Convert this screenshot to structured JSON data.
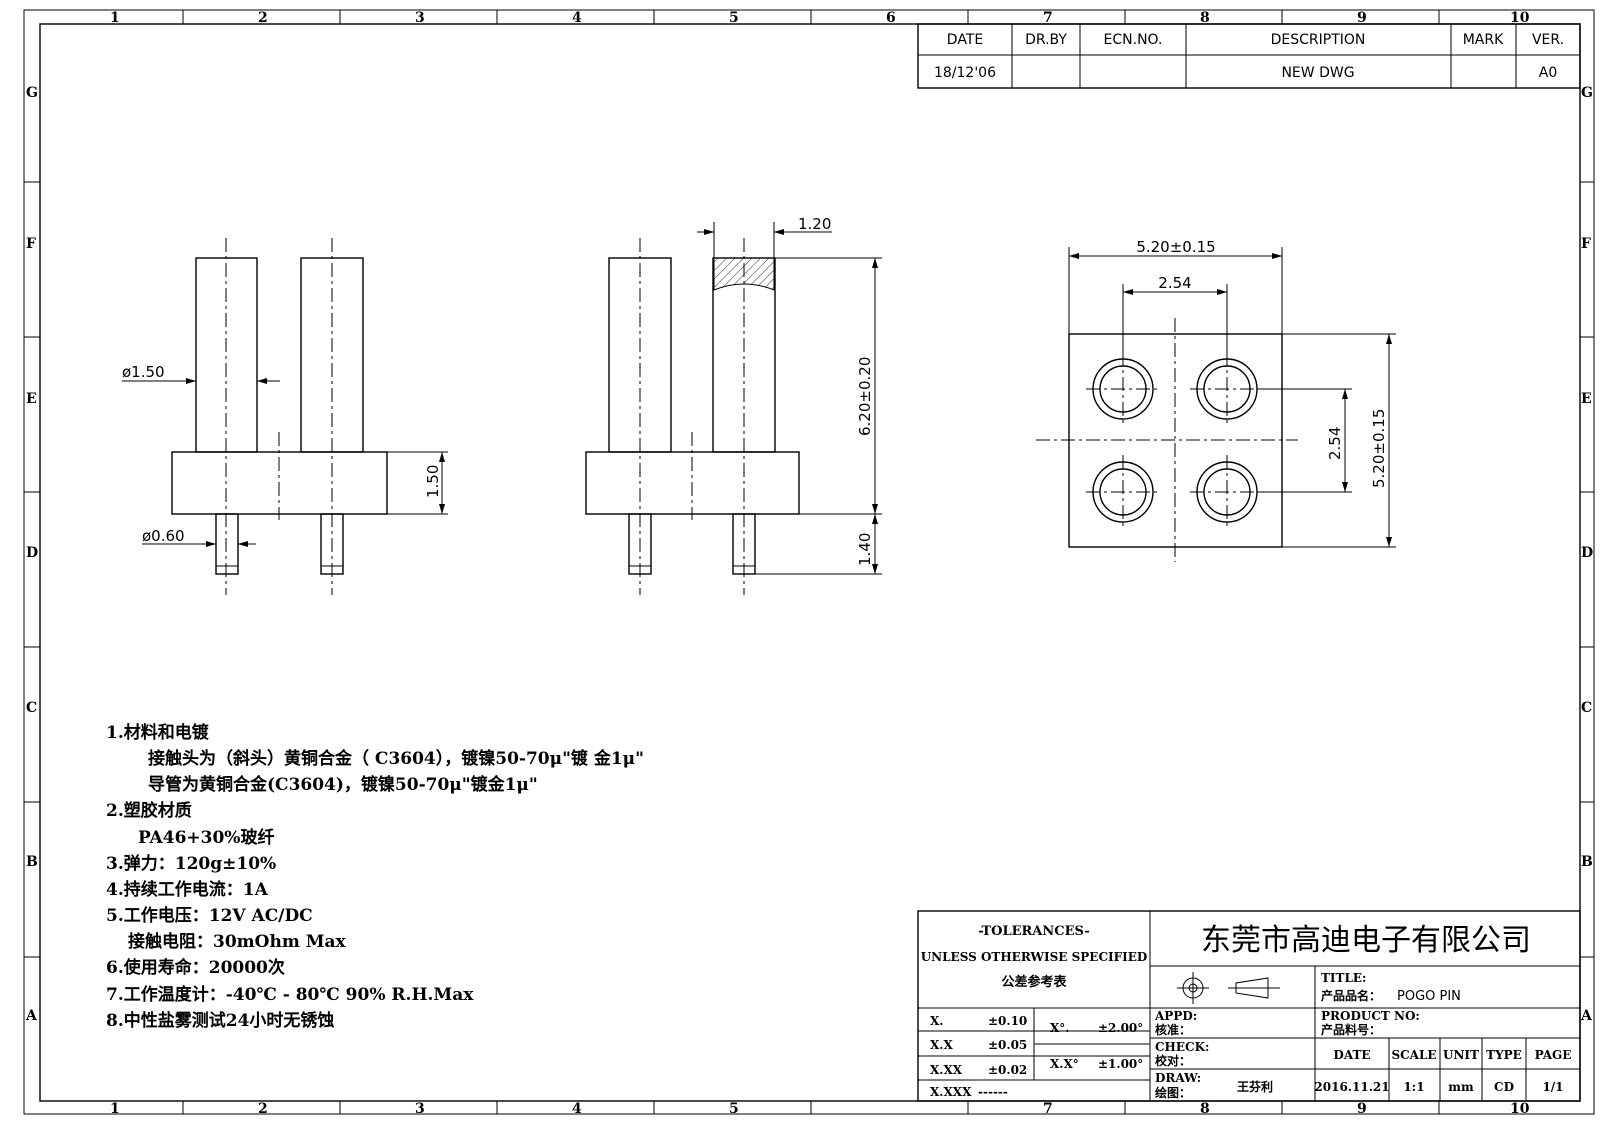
{
  "zones": {
    "columns": [
      "1",
      "2",
      "3",
      "4",
      "5",
      "6",
      "7",
      "8",
      "9",
      "10"
    ],
    "bottom_columns": [
      "1",
      "2",
      "3",
      "4",
      "5",
      "7",
      "8",
      "9",
      "10"
    ],
    "rows": [
      "G",
      "F",
      "E",
      "D",
      "C",
      "B",
      "A"
    ]
  },
  "revision": {
    "headers": [
      "DATE",
      "DR.BY",
      "ECN.NO.",
      "DESCRIPTION",
      "MARK",
      "VER."
    ],
    "row": [
      "18/12'06",
      "",
      "",
      "NEW DWG",
      "",
      "A0"
    ]
  },
  "dimensions": {
    "outer_dia": "ø1.50",
    "pin_dia": "ø0.60",
    "base_height": "1.50",
    "tip_width": "1.20",
    "total_height": "6.20±0.20",
    "tail_length": "1.40",
    "top_width": "5.20±0.15",
    "pitch_h": "2.54",
    "pitch_v": "2.54",
    "side_width": "5.20±0.15"
  },
  "notes": [
    "1.材料和电镀",
    "接触头为（斜头）黄铜合金（ C3604），镀镍50-70μ\"镀 金1μ\"",
    "导管为黄铜合金(C3604)，镀镍50-70μ\"镀金1μ\"",
    "2.塑胶材质",
    "PA46+30%玻纤",
    "3.弹力：120g±10%",
    "4.持续工作电流：1A",
    "5.工作电压：12V AC/DC",
    "接触电阻：30mOhm Max",
    "6.使用寿命：20000次",
    "7.工作温度计：-40℃ - 80℃   90% R.H.Max",
    "8.中性盐雾测试24小时无锈蚀"
  ],
  "title_block": {
    "tolerances_title": "-TOLERANCES-",
    "tolerances_sub": "UNLESS OTHERWISE SPECIFIED",
    "tolerances_cn": "公差参考表",
    "company": "东莞市高迪电子有限公司",
    "tol_rows": [
      {
        "fmt": "X.",
        "val": "±0.10"
      },
      {
        "fmt": "X.X",
        "val": "±0.05"
      },
      {
        "fmt": "X.XX",
        "val": "±0.02"
      },
      {
        "fmt": "X.XXX",
        "val": "------"
      }
    ],
    "ang_rows": [
      {
        "fmt": "X°.",
        "val": "±2.00°"
      },
      {
        "fmt": "X.X°",
        "val": "±1.00°"
      }
    ],
    "appd_label": "APPD:",
    "appd_cn": "核准：",
    "check_label": "CHECK:",
    "check_cn": "校对：",
    "draw_label": "DRAW:",
    "draw_cn": "绘图：",
    "drawer": "王芬利",
    "title_label": "TITLE:",
    "product_name_cn": "产品品名：",
    "product_name": "POGO PIN",
    "product_no_label": "PRODUCT NO:",
    "product_no_cn": "产品料号：",
    "info_headers": [
      "DATE",
      "SCALE",
      "UNIT",
      "TYPE",
      "PAGE"
    ],
    "info_values": [
      "2016.11.21",
      "1:1",
      "mm",
      "CD",
      "1/1"
    ]
  }
}
